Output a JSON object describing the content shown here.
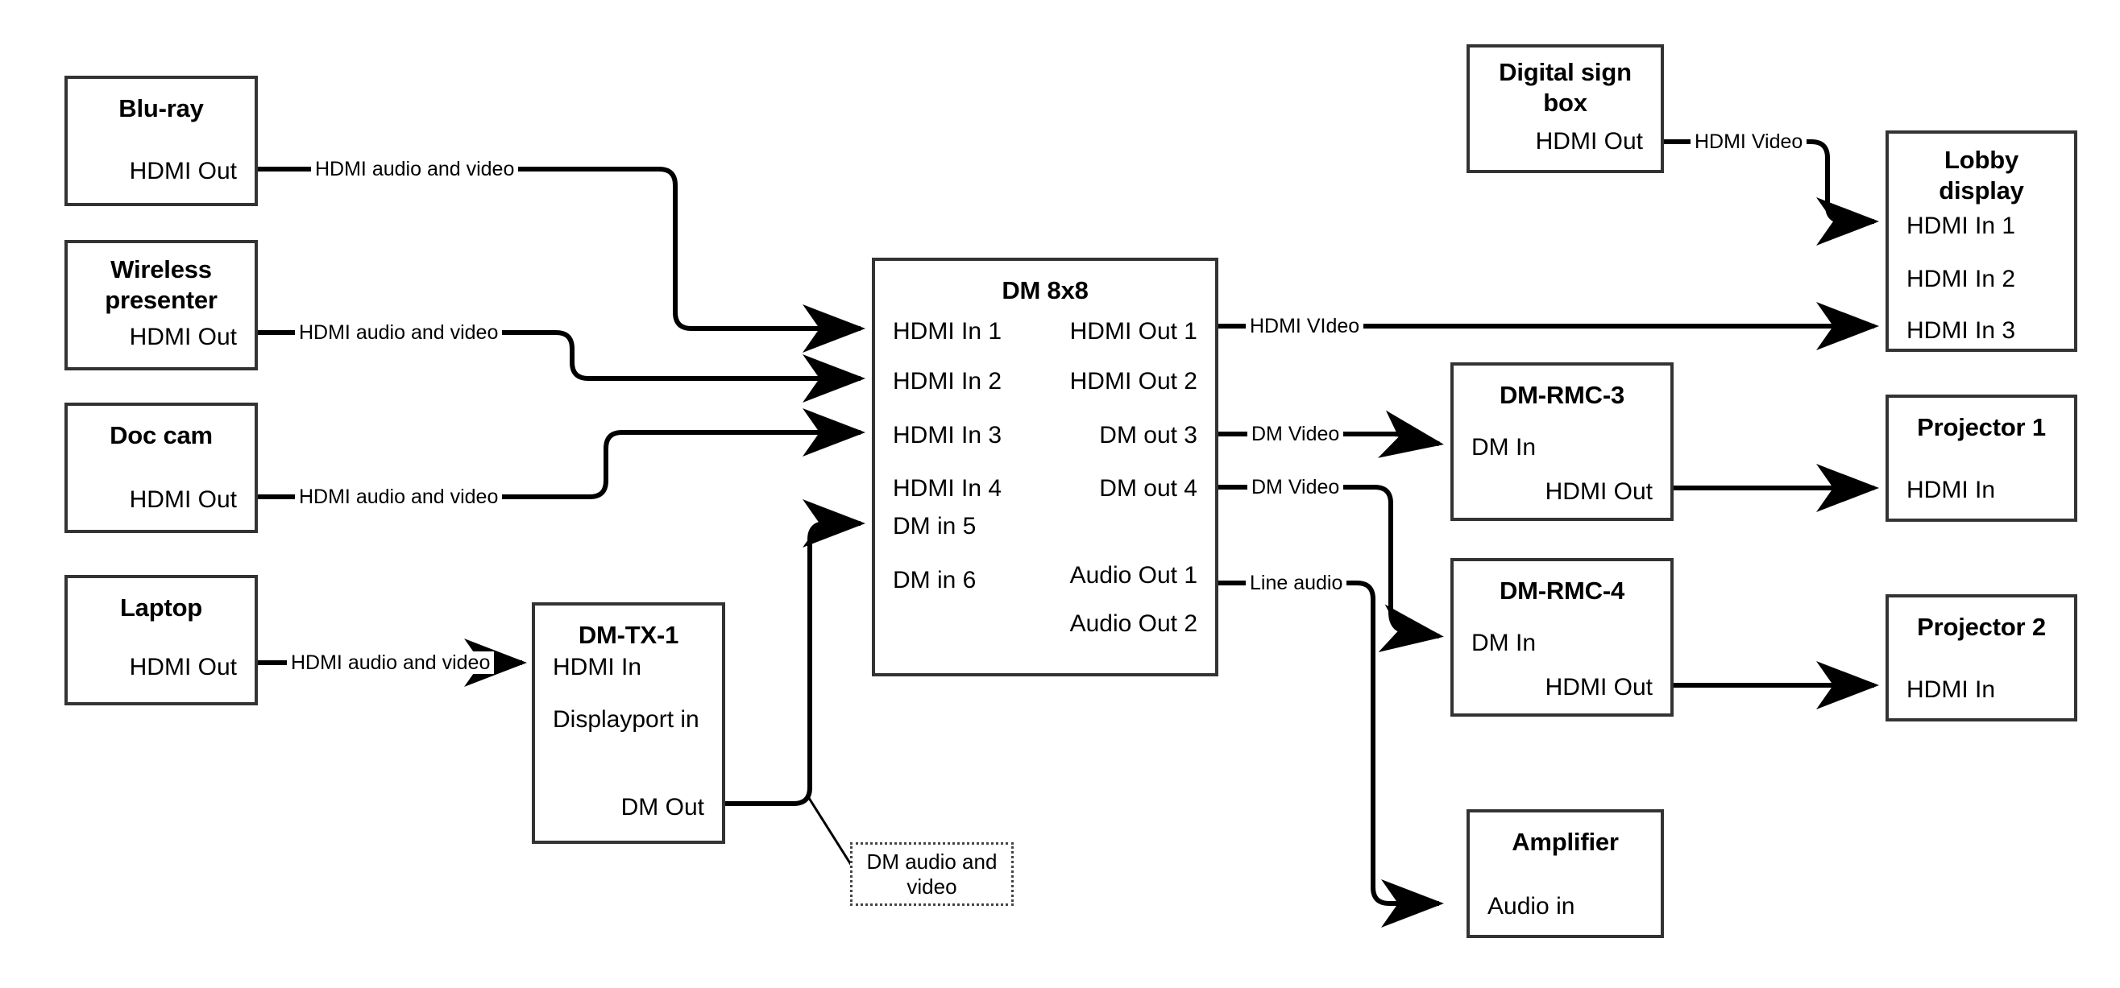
{
  "diagram": {
    "title": "AV signal flow diagram",
    "line_color": "#000000",
    "box_border_color": "#333333",
    "background": "#ffffff"
  },
  "nodes": [
    {
      "id": "bluray",
      "title": "Blu-ray",
      "ports_left": [],
      "ports_right": [
        "HDMI Out"
      ]
    },
    {
      "id": "wireless",
      "title": "Wireless\npresenter",
      "ports_left": [],
      "ports_right": [
        "HDMI Out"
      ]
    },
    {
      "id": "doccam",
      "title": "Doc cam",
      "ports_left": [],
      "ports_right": [
        "HDMI Out"
      ]
    },
    {
      "id": "laptop",
      "title": "Laptop",
      "ports_left": [],
      "ports_right": [
        "HDMI Out"
      ]
    },
    {
      "id": "dmtx1",
      "title": "DM-TX-1",
      "ports_left": [
        "HDMI In",
        "Displayport in"
      ],
      "ports_right": [
        "DM Out"
      ]
    },
    {
      "id": "dm8x8",
      "title": "DM 8x8",
      "ports_left": [
        "HDMI In 1",
        "HDMI In 2",
        "HDMI In 3",
        "HDMI In 4",
        "DM in 5",
        "DM in 6"
      ],
      "ports_right": [
        "HDMI Out 1",
        "HDMI Out 2",
        "DM out 3",
        "DM out 4",
        "Audio Out 1",
        "Audio Out 2"
      ]
    },
    {
      "id": "signbox",
      "title": "Digital sign\nbox",
      "ports_left": [],
      "ports_right": [
        "HDMI Out"
      ]
    },
    {
      "id": "lobby",
      "title": "Lobby\ndisplay",
      "ports_left": [
        "HDMI In 1",
        "HDMI In 2",
        "HDMI In 3"
      ],
      "ports_right": []
    },
    {
      "id": "rmc3",
      "title": "DM-RMC-3",
      "ports_left": [
        "DM In"
      ],
      "ports_right": [
        "HDMI Out"
      ]
    },
    {
      "id": "rmc4",
      "title": "DM-RMC-4",
      "ports_left": [
        "DM In"
      ],
      "ports_right": [
        "HDMI Out"
      ]
    },
    {
      "id": "proj1",
      "title": "Projector 1",
      "ports_left": [
        "HDMI In"
      ],
      "ports_right": []
    },
    {
      "id": "proj2",
      "title": "Projector 2",
      "ports_left": [
        "HDMI In"
      ],
      "ports_right": []
    },
    {
      "id": "amplifier",
      "title": "Amplifier",
      "ports_left": [
        "Audio in"
      ],
      "ports_right": []
    }
  ],
  "node_titles": {
    "bluray": "Blu-ray",
    "wireless_line1": "Wireless",
    "wireless_line2": "presenter",
    "doccam": "Doc cam",
    "laptop": "Laptop",
    "dmtx1": "DM-TX-1",
    "dm8x8": "DM 8x8",
    "signbox_line1": "Digital sign",
    "signbox_line2": "box",
    "lobby_line1": "Lobby",
    "lobby_line2": "display",
    "rmc3": "DM-RMC-3",
    "rmc4": "DM-RMC-4",
    "proj1": "Projector 1",
    "proj2": "Projector 2",
    "amplifier": "Amplifier"
  },
  "ports": {
    "bluray_out": "HDMI Out",
    "wireless_out": "HDMI Out",
    "doccam_out": "HDMI Out",
    "laptop_out": "HDMI Out",
    "dmtx1_in_hdmi": "HDMI In",
    "dmtx1_in_dp": "Displayport in",
    "dmtx1_out_dm": "DM Out",
    "dm8x8_in_1": "HDMI In 1",
    "dm8x8_in_2": "HDMI In 2",
    "dm8x8_in_3": "HDMI In 3",
    "dm8x8_in_4": "HDMI In 4",
    "dm8x8_in_5": "DM in 5",
    "dm8x8_in_6": "DM in 6",
    "dm8x8_out_1": "HDMI Out 1",
    "dm8x8_out_2": "HDMI Out 2",
    "dm8x8_out_3": "DM out 3",
    "dm8x8_out_4": "DM out 4",
    "dm8x8_audio_1": "Audio Out 1",
    "dm8x8_audio_2": "Audio Out 2",
    "signbox_out": "HDMI Out",
    "lobby_in_1": "HDMI In 1",
    "lobby_in_2": "HDMI In 2",
    "lobby_in_3": "HDMI In 3",
    "rmc3_in": "DM In",
    "rmc3_out": "HDMI Out",
    "rmc4_in": "DM In",
    "rmc4_out": "HDMI Out",
    "proj1_in": "HDMI In",
    "proj2_in": "HDMI In",
    "amplifier_in": "Audio in"
  },
  "wire_labels": {
    "bluray_to_dm": "HDMI audio and video",
    "wireless_to_dm": "HDMI audio and video",
    "doccam_to_dm": "HDMI audio and video",
    "laptop_to_dmtx1": "HDMI audio and video",
    "signbox_to_lobby": "HDMI Video",
    "dm8x8_out1_to_lobby": "HDMI VIdeo",
    "dm8x8_out3_to_rmc3": "DM Video",
    "dm8x8_out4_to_rmc4": "DM Video",
    "dm8x8_audio1_to_amp": "Line audio"
  },
  "annotations": {
    "dm_audio_video_note_line1": "DM audio and",
    "dm_audio_video_note_line2": "video",
    "dm_audio_video_note": "DM audio and video"
  },
  "connections": [
    {
      "from": "bluray.HDMI Out",
      "to": "dm8x8.HDMI In 1",
      "label": "HDMI audio and video"
    },
    {
      "from": "wireless.HDMI Out",
      "to": "dm8x8.HDMI In 2",
      "label": "HDMI audio and video"
    },
    {
      "from": "doccam.HDMI Out",
      "to": "dm8x8.HDMI In 3",
      "label": "HDMI audio and video"
    },
    {
      "from": "laptop.HDMI Out",
      "to": "dmtx1.HDMI In",
      "label": "HDMI audio and video"
    },
    {
      "from": "dmtx1.DM Out",
      "to": "dm8x8.DM in 5",
      "label": "DM audio and video"
    },
    {
      "from": "dm8x8.HDMI Out 1",
      "to": "lobby.HDMI In 3",
      "label": "HDMI VIdeo"
    },
    {
      "from": "dm8x8.DM out 3",
      "to": "rmc3.DM In",
      "label": "DM Video"
    },
    {
      "from": "dm8x8.DM out 4",
      "to": "rmc4.DM In",
      "label": "DM Video"
    },
    {
      "from": "dm8x8.Audio Out 1",
      "to": "amplifier.Audio in",
      "label": "Line audio"
    },
    {
      "from": "signbox.HDMI Out",
      "to": "lobby.HDMI In 1",
      "label": "HDMI Video"
    },
    {
      "from": "rmc3.HDMI Out",
      "to": "proj1.HDMI In",
      "label": ""
    },
    {
      "from": "rmc4.HDMI Out",
      "to": "proj2.HDMI In",
      "label": ""
    }
  ]
}
